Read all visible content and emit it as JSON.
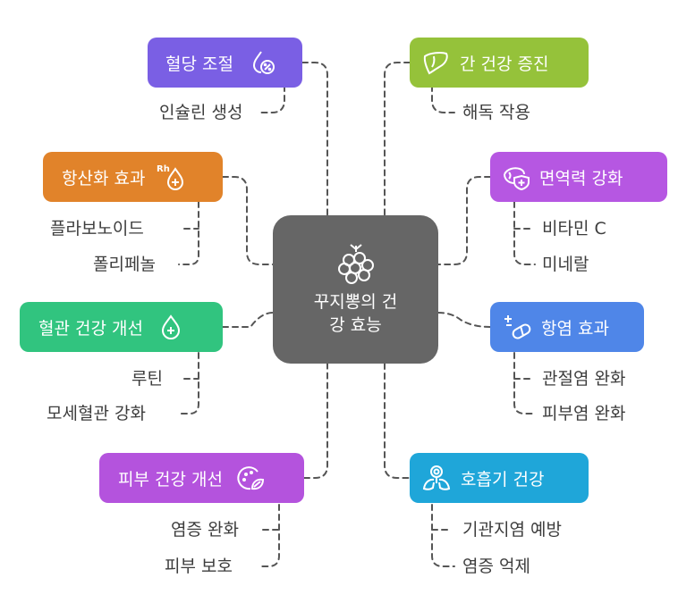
{
  "center": {
    "title_line1": "꾸지뽕의 건",
    "title_line2": "강 효능",
    "icon": "berry-icon"
  },
  "branches": {
    "blood_sugar": {
      "label": "혈당 조절",
      "color": "#7a5fe4",
      "icon": "drop-percent-icon",
      "items": [
        "인슐린 생성"
      ]
    },
    "antioxidant": {
      "label": "항산화 효과",
      "color": "#e1832a",
      "icon": "rh-drop-icon",
      "icon_text": "Rh",
      "items": [
        "플라보노이드",
        "폴리페놀"
      ]
    },
    "vascular": {
      "label": "혈관 건강 개선",
      "color": "#31c47f",
      "icon": "drop-plus-icon",
      "items": [
        "루틴",
        "모세혈관 강화"
      ]
    },
    "skin": {
      "label": "피부 건강 개선",
      "color": "#b453dd",
      "icon": "face-leaf-icon",
      "items": [
        "염증 완화",
        "피부 보호"
      ]
    },
    "liver": {
      "label": "간 건강 증진",
      "color": "#95c23a",
      "icon": "liver-icon",
      "items": [
        "해독 작용"
      ]
    },
    "immunity": {
      "label": "면역력 강화",
      "color": "#b657e2",
      "icon": "organ-plus-icon",
      "items": [
        "비타민 C",
        "미네랄"
      ]
    },
    "anti_inflammatory": {
      "label": "항염 효과",
      "color": "#4f86e8",
      "icon": "pill-icon",
      "items": [
        "관절염 완화",
        "피부염 완화"
      ]
    },
    "respiratory": {
      "label": "호흡기 건강",
      "color": "#1fa6d9",
      "icon": "lungs-icon",
      "items": [
        "기관지염 예방",
        "염증 억제"
      ]
    }
  }
}
